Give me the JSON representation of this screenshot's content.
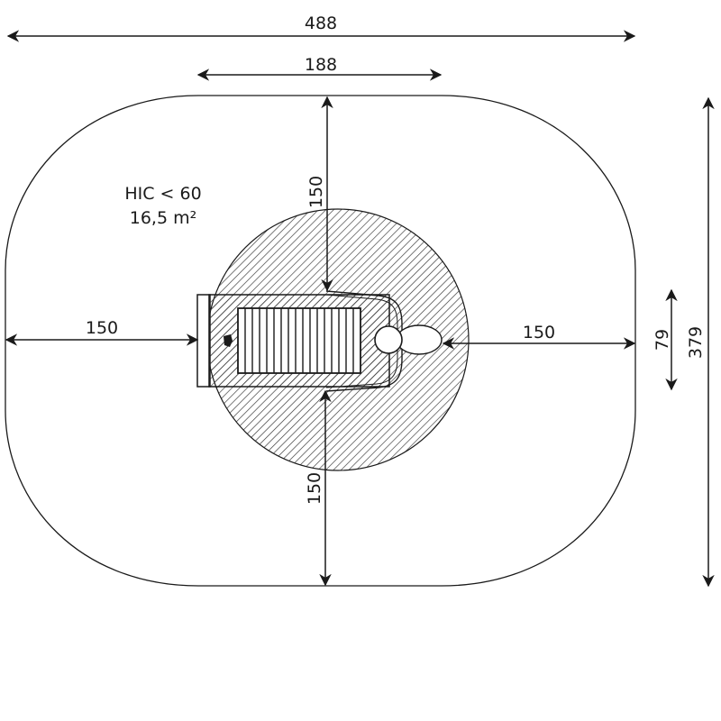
{
  "diagram": {
    "type": "playground equipment safety zone plan view",
    "colors": {
      "line": "#1a1a1a",
      "background": "#ffffff",
      "hatch": "#333333"
    },
    "dimensions": {
      "overall_width": "488",
      "equipment_width": "188",
      "overall_height": "379",
      "equipment_depth": "79",
      "left_clearance": "150",
      "right_clearance": "150",
      "top_clearance": "150",
      "bottom_clearance": "150"
    },
    "annotations": {
      "hic": "HIC < 60",
      "area": "16,5 m²"
    }
  }
}
